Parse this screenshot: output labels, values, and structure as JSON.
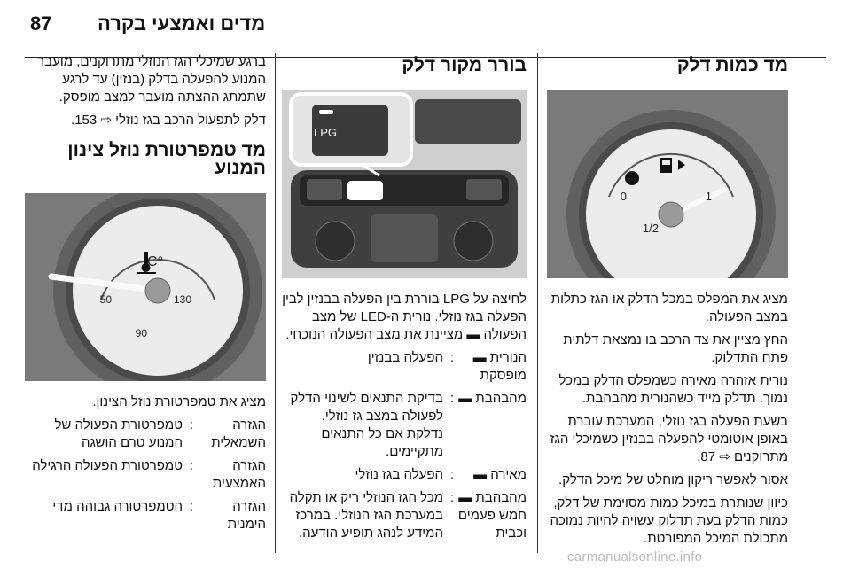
{
  "header": {
    "page_number": "87",
    "title": "מדים ואמצעי בקרה"
  },
  "col_right": {
    "heading": "מד כמות דלק",
    "gauge": {
      "labels": [
        "0",
        "1/2",
        "1"
      ]
    },
    "p1": "מציג את המפלס במכל הדלק או הגז כתלות במצב הפעולה.",
    "p2": "החץ מציין את צד הרכב בו נמצאת דלתית פתח התדלוק.",
    "p3": "נורית אזהרה מאירה כשמפלס הדלק במכל נמוך. תדלק מייד כשהנורית מהבהבת.",
    "p4": "בשעת הפעלה בגז נוזלי, המערכת עוברת באופן אוטומטי להפעלה בבנזין כשמיכלי הגז מתרוקנים ⇨ 87.",
    "p5": "אסור לאפשר ריקון מוחלט של מיכל הדלק.",
    "p6": "כיוון שנותרת במיכל כמות מסוימת של דלק, כמות הדלק בעת תדלוק עשויה להיות נמוכה מתכולת המיכל המפורטת."
  },
  "col_middle": {
    "heading": "בורר מקור דלק",
    "figure": {
      "button_label": "LPG"
    },
    "p1": "לחיצה על LPG בוררת בין הפעלה בבנזין לבין הפעלה בגז נוזלי. נורית ה-LED של מצב הפעולה ▬ מציינת את מצב הפעולה הנוכחי.",
    "rows": [
      {
        "key": "הנורית ▬ מופסקת",
        "value": "הפעלה בבנזין"
      },
      {
        "key": "מהבהבת ▬",
        "value": "בדיקת התנאים לשינוי הדלק לפעולה במצב גז נוזלי. נדלקת אם כל התנאים מתקיימים."
      },
      {
        "key": "מאירה ▬",
        "value": "הפעלה בגז נוזלי"
      },
      {
        "key": "מהבהבת ▬ חמש פעמים וכבית",
        "value": "מכל הגז הנוזלי ריק או תקלה במערכת הגז הנוזלי. במרכז המידע לנהג תופיע הודעה."
      }
    ]
  },
  "col_left": {
    "p_top1": "ברגע שמיכלי הגז הנוזלי מתרוקנים, מועבר המנוע להפעלה בדלק (בנזין) עד לרגע שתמתג ההצתה מועבר למצב מופסק.",
    "p_top2": "דלק לתפעול הרכב בגז נוזלי ⇨ 153.",
    "heading": "מד טמפרטורת נוזל צינון המנוע",
    "gauge": {
      "labels": [
        "50",
        "90",
        "130",
        "°C"
      ]
    },
    "p1": "מציג את טמפרטורת נוזל הצינון.",
    "rows": [
      {
        "key": "הגזרה השמאלית",
        "value": "טמפרטורת הפעולה של המנוע טרם הושגה"
      },
      {
        "key": "הגזרה האמצעית",
        "value": "טמפרטורת הפעולה הרגילה"
      },
      {
        "key": "הגזרה הימנית",
        "value": "הטמפרטורה גבוהה מדי"
      }
    ]
  },
  "footer": {
    "watermark": "carmanualsonline.info"
  },
  "colors": {
    "figure_bg": "#7d7d7d",
    "dial_face": "#ececec",
    "needle": "#e8e8e8"
  }
}
